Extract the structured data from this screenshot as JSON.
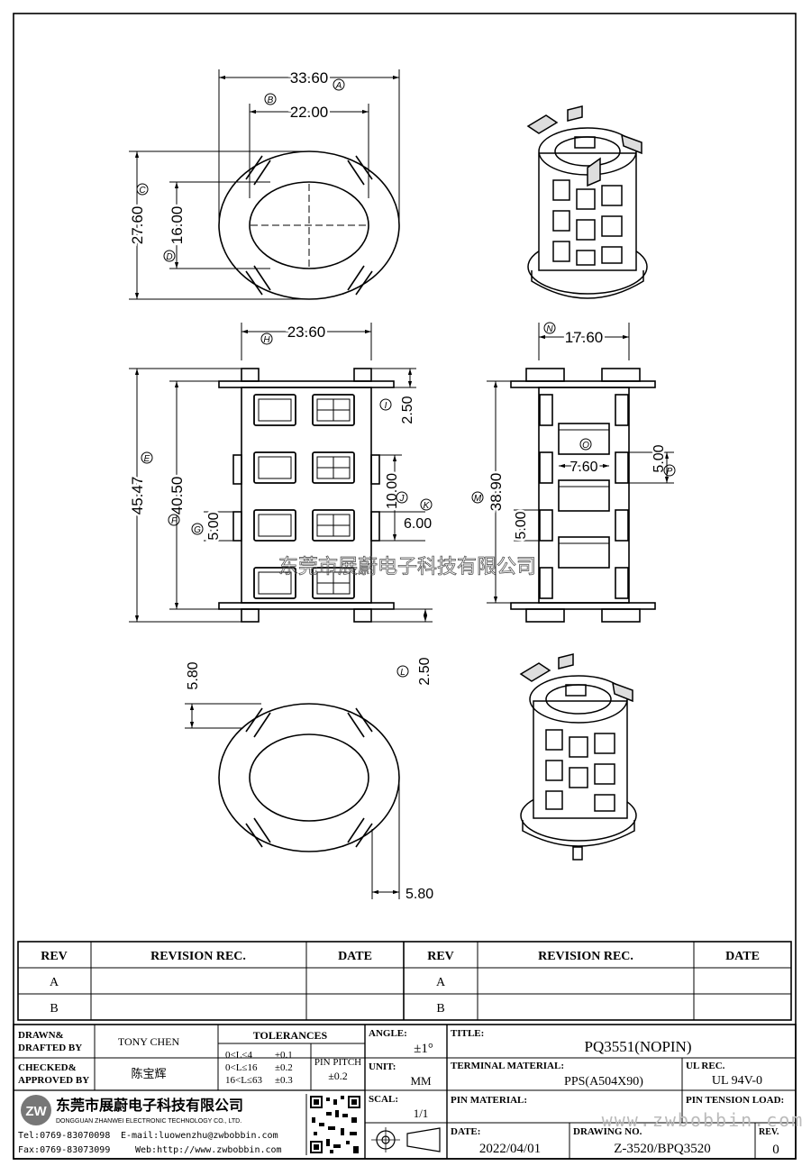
{
  "dimensions": {
    "top_width": "33.60",
    "top_inner_width": "22.00",
    "top_height": "27.60",
    "top_inner_height": "16.00",
    "front_width": "23.60",
    "front_total_height": "45.47",
    "front_height": "40.50",
    "front_top_pin": "2.50",
    "front_window_height": "10.00",
    "front_window_pitch": "6.00",
    "front_window_step": "5.00",
    "front_bottom_pin": "2.50",
    "side_width": "17.60",
    "side_height": "38.90",
    "side_window_width": "7.60",
    "side_window_height": "5.00",
    "side_window_step": "5.00",
    "bottom_offset_v": "5.80",
    "bottom_offset_h": "5.80"
  },
  "balloons": [
    "A",
    "B",
    "C",
    "D",
    "E",
    "F",
    "G",
    "H",
    "I",
    "J",
    "K",
    "L",
    "M",
    "N",
    "O",
    "P"
  ],
  "watermark": "东莞市展蔚电子科技有限公司",
  "revision_table": {
    "headers": [
      "REV",
      "REVISION REC.",
      "DATE",
      "REV",
      "REVISION REC.",
      "DATE"
    ],
    "rows": [
      [
        "A",
        "",
        "",
        "A",
        "",
        ""
      ],
      [
        "B",
        "",
        "",
        "B",
        "",
        ""
      ]
    ]
  },
  "title_block": {
    "drawn_label": "DRAWN&\nDRAFTED BY",
    "drawn_by": "TONY CHEN",
    "checked_label": "CHECKED&\nAPPROVED BY",
    "checked_by": "陈宝辉",
    "tolerances_label": "TOLERANCES",
    "tolerance_rows": [
      {
        "range": "0<L≤4",
        "tol": "±0.1"
      },
      {
        "range": "0<L≤16",
        "tol": "±0.2"
      },
      {
        "range": "16<L≤63",
        "tol": "±0.3"
      }
    ],
    "pin_pitch_label": "PIN PITCH",
    "pin_pitch_value": "±0.2",
    "angle_label": "ANGLE:",
    "angle_value": "±1°",
    "unit_label": "UNIT:",
    "unit_value": "MM",
    "scale_label": "SCAL:",
    "scale_value": "1/1",
    "title_label": "TITLE:",
    "title_value": "PQ3551(NOPIN)",
    "terminal_label": "TERMINAL MATERIAL:",
    "terminal_value": "PPS(A504X90)",
    "ul_label": "UL REC.",
    "ul_value": "UL 94V-0",
    "pin_material_label": "PIN MATERIAL:",
    "pin_tension_label": "PIN TENSION LOAD:",
    "date_label": "DATE:",
    "date_value": "2022/04/01",
    "drawing_label": "DRAWING NO.",
    "drawing_value": "Z-3520/BPQ3520",
    "rev_label": "REV.",
    "rev_value": "0"
  },
  "company": {
    "logo_letters": "ZW",
    "name_cn": "东莞市展蔚电子科技有限公司",
    "name_en": "DONGGUAN ZHANWEI ELECTRONIC TECHNOLOGY CO., LTD.",
    "tel": "Tel:0769-83070098",
    "email": "E-mail:luowenzhu@zwbobbin.com",
    "fax": "Fax:0769-83073099",
    "web": "Web:http://www.zwbobbin.com",
    "website_watermark": "www.zwbobbin.com"
  }
}
